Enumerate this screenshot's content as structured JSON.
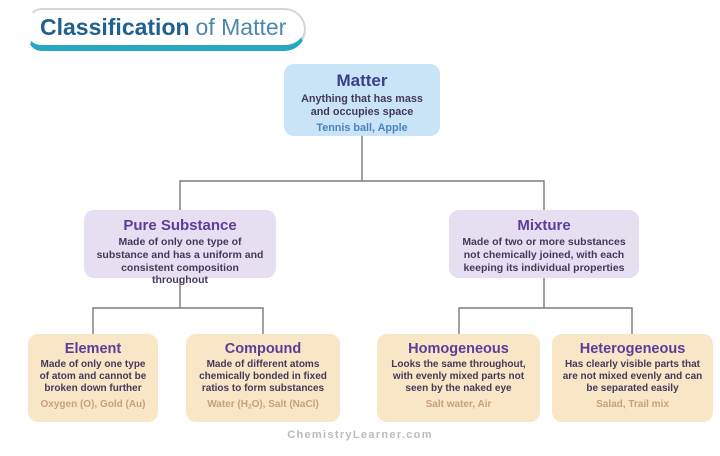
{
  "header": {
    "title_primary": "Classification",
    "title_secondary": "of Matter"
  },
  "nodes": {
    "matter": {
      "title": "Matter",
      "description": "Anything that has mass and occupies space",
      "examples": "Tennis ball, Apple"
    },
    "pure_substance": {
      "title": "Pure Substance",
      "description": "Made of only one type of substance and has a uniform and consistent composition throughout"
    },
    "mixture": {
      "title": "Mixture",
      "description": "Made of two or more substances not chemically joined, with each keeping its individual properties"
    },
    "element": {
      "title": "Element",
      "description": "Made of only one type of atom and cannot be broken down further",
      "examples": "Oxygen (O), Gold (Au)"
    },
    "compound": {
      "title": "Compound",
      "description": "Made of different atoms chemically bonded in fixed ratios to form substances",
      "examples_pre": "Water (H",
      "examples_sub": "2",
      "examples_post": "O), Salt (NaCl)"
    },
    "homogeneous": {
      "title": "Homogeneous",
      "description": "Looks the same throughout, with evenly mixed parts not seen by the naked eye",
      "examples": "Salt water, Air"
    },
    "heterogeneous": {
      "title": "Heterogeneous",
      "description": "Has clearly visible parts that are not mixed evenly and can be separated easily",
      "examples": "Salad, Trail mix"
    }
  },
  "footer": {
    "watermark": "ChemistryLearner.com"
  },
  "colors": {
    "root_fill": "#c9e4f7",
    "level2_fill": "#e6def1",
    "level3_fill": "#f9e6c6",
    "root_title": "#3a3d8f",
    "node_title": "#5c3d99",
    "body_text": "#44395a",
    "root_examples": "#4a82c3",
    "level3_examples": "#c5a179",
    "connector": "#7b7b7b",
    "brand_dark_blue": "#20618f",
    "brand_light_blue": "#4d87ad",
    "brand_teal": "#2aa7c0",
    "watermark_gray": "#b8bcbe"
  }
}
